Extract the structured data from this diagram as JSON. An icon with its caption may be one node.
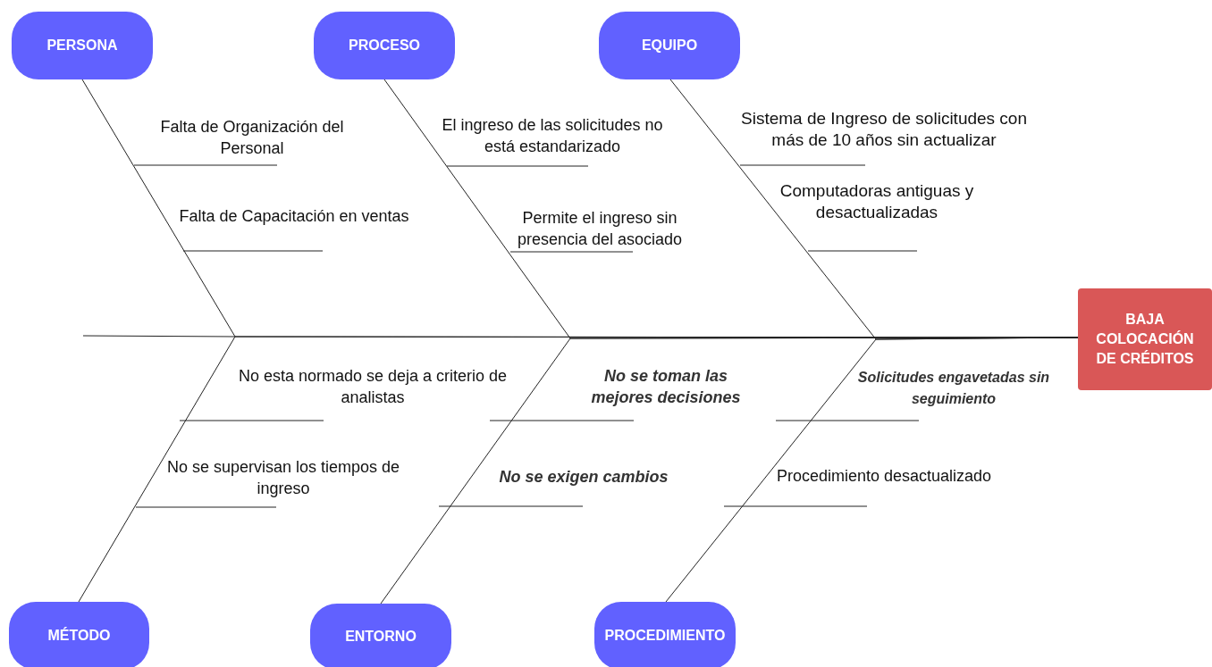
{
  "diagram": {
    "nodes": [
      {
        "text": [
          "PERSONA"
        ]
      },
      {
        "text": [
          "PROCESO"
        ]
      },
      {
        "text": [
          "EQUIPO"
        ]
      },
      {
        "text": [
          "BAJA COLOCACIÓN DE CRÉDITOS"
        ]
      },
      {
        "text": [
          "MÉTODO"
        ]
      },
      {
        "text": [
          "ENTORNO"
        ]
      },
      {
        "text": [
          "PROCEDIMIENTO"
        ]
      }
    ],
    "edges": [
      {
        "from": 0,
        "to": 3,
        "arrow": "none"
      },
      {
        "from": 1,
        "to": 3,
        "arrow": "none"
      },
      {
        "from": 2,
        "to": 3,
        "arrow": "none"
      },
      {
        "from": 4,
        "to": 3,
        "arrow": "none"
      },
      {
        "from": 5,
        "to": 3,
        "arrow": "none"
      },
      {
        "from": 6,
        "to": 3,
        "arrow": "none"
      }
    ],
    "labels": [
      "Falta de Organización del Personal",
      "El ingreso de las solicitudes no está estandarizado",
      "Sistema de Ingreso de solicitudes con más de 10 años sin actualizar",
      "Computadoras antiguas y desactualizadas",
      "Falta de Capacitación en ventas",
      "Permite el ingreso sin presencia del asociado",
      "No esta normado se deja a criterio de analistas",
      "No se toman las mejores decisiones",
      "Solicitudes engavetadas sin seguimiento",
      "No se supervisan los tiempos de ingreso",
      "No se exigen cambios",
      "Procedimiento desactualizado"
    ]
  }
}
